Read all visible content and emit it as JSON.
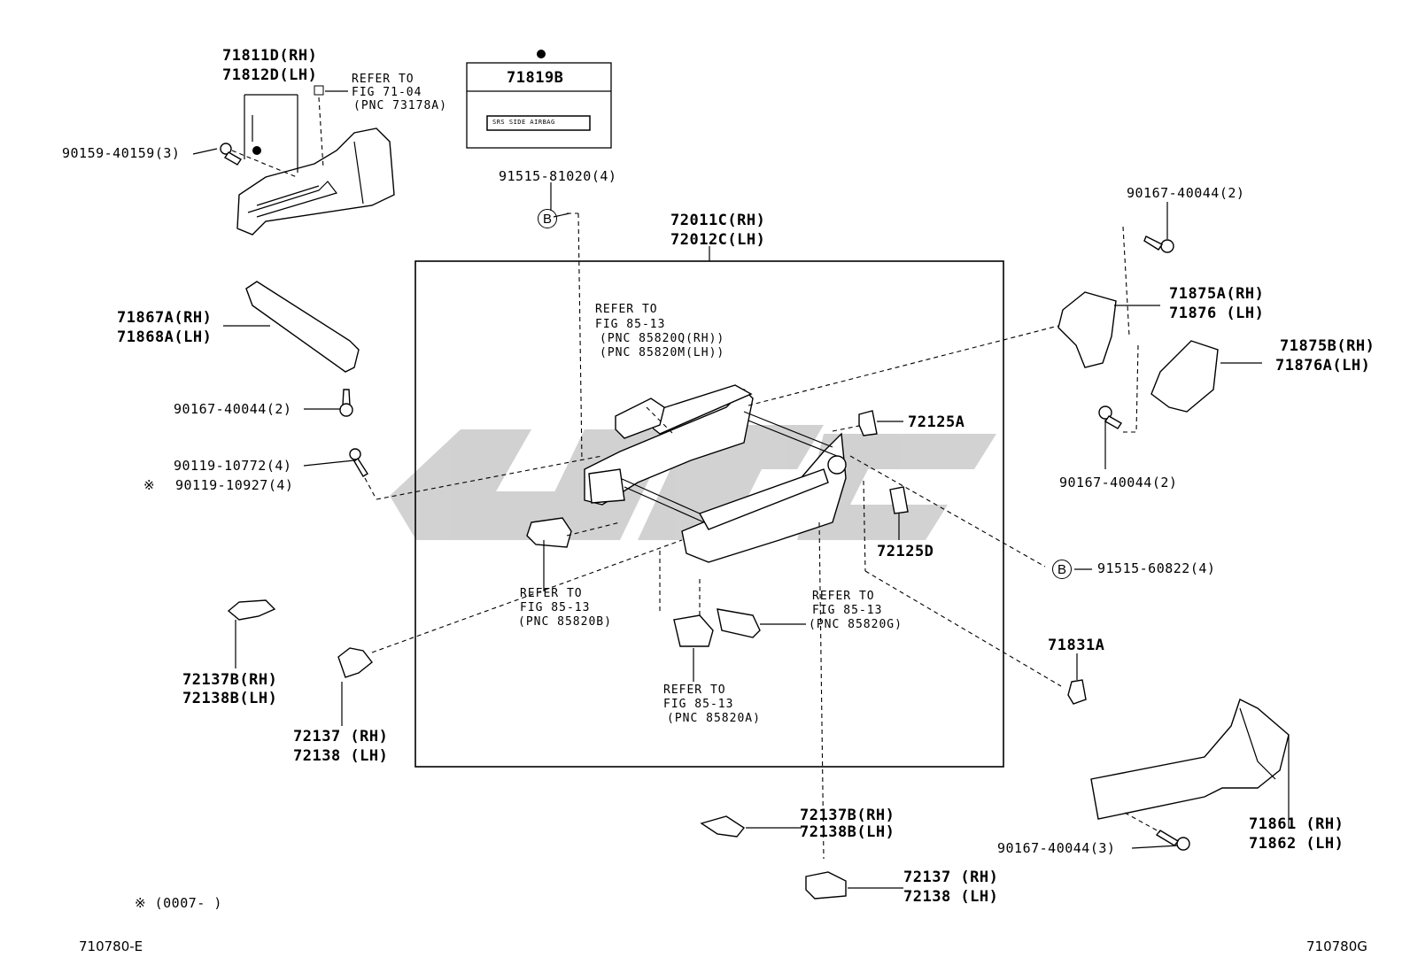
{
  "labels": {
    "armrest_rh": "71811D(RH)",
    "armrest_lh": "71812D(LH)",
    "refer_71_04_a": "REFER TO",
    "refer_71_04_b": "FIG 71-04",
    "refer_71_04_c": "(PNC 73178A)",
    "screw_90159": "90159-40159(3)",
    "label_71819b": "71819B",
    "sticker_text": "SRS SIDE AIRBAG",
    "bolt_91515_81020": "91515-81020(4)",
    "frame_rh": "72011C(RH)",
    "frame_lh": "72012C(LH)",
    "screw_90167_top": "90167-40044(2)",
    "bracket_71875a": "71875A(RH)",
    "bracket_71876": "71876  (LH)",
    "bracket_71875b": "71875B(RH)",
    "bracket_71876a": "71876A(LH)",
    "cover_71867a": "71867A(RH)",
    "cover_71868a": "71868A(LH)",
    "screw_90167_left": "90167-40044(2)",
    "bolt_90119_10772": "90119-10772(4)",
    "bolt_90119_10927_mark": "※",
    "bolt_90119_10927": "90119-10927(4)",
    "refer_85820q_a": "REFER TO",
    "refer_85820q_b": "FIG 85-13",
    "refer_85820q_c": "(PNC 85820Q(RH))",
    "refer_85820q_d": "(PNC 85820M(LH))",
    "cover_72125a": "72125A",
    "screw_90167_right": "90167-40044(2)",
    "cover_72125d": "72125D",
    "bolt_91515_60822": "91515-60822(4)",
    "refer_85820b_a": "REFER TO",
    "refer_85820b_b": "FIG 85-13",
    "refer_85820b_c": "(PNC 85820B)",
    "refer_85820g_a": "REFER TO",
    "refer_85820g_b": "FIG 85-13",
    "refer_85820g_c": "(PNC 85820G)",
    "refer_85820a_a": "REFER TO",
    "refer_85820a_b": "FIG 85-13",
    "refer_85820a_c": "(PNC 85820A)",
    "clip_71831a": "71831A",
    "cover_72137b_left": "72137B(RH)",
    "cover_72138b_left": "72138B(LH)",
    "cover_72137_left": "72137 (RH)",
    "cover_72138_left": "72138 (LH)",
    "cover_72137b_bottom": "72137B(RH)",
    "cover_72138b_bottom": "72138B(LH)",
    "cover_72137_bottom": "72137 (RH)",
    "cover_72138_bottom": "72138 (LH)",
    "shield_71861": "71861 (RH)",
    "shield_71862": "71862 (LH)",
    "screw_90167_bottom": "90167-40044(3)",
    "footnote": "※ (0007-      )",
    "code_left": "710780-E",
    "code_right": "710780G",
    "marker_b": "B"
  },
  "colors": {
    "line": "#000000",
    "watermark": "#c9c9c9",
    "background": "#ffffff"
  }
}
